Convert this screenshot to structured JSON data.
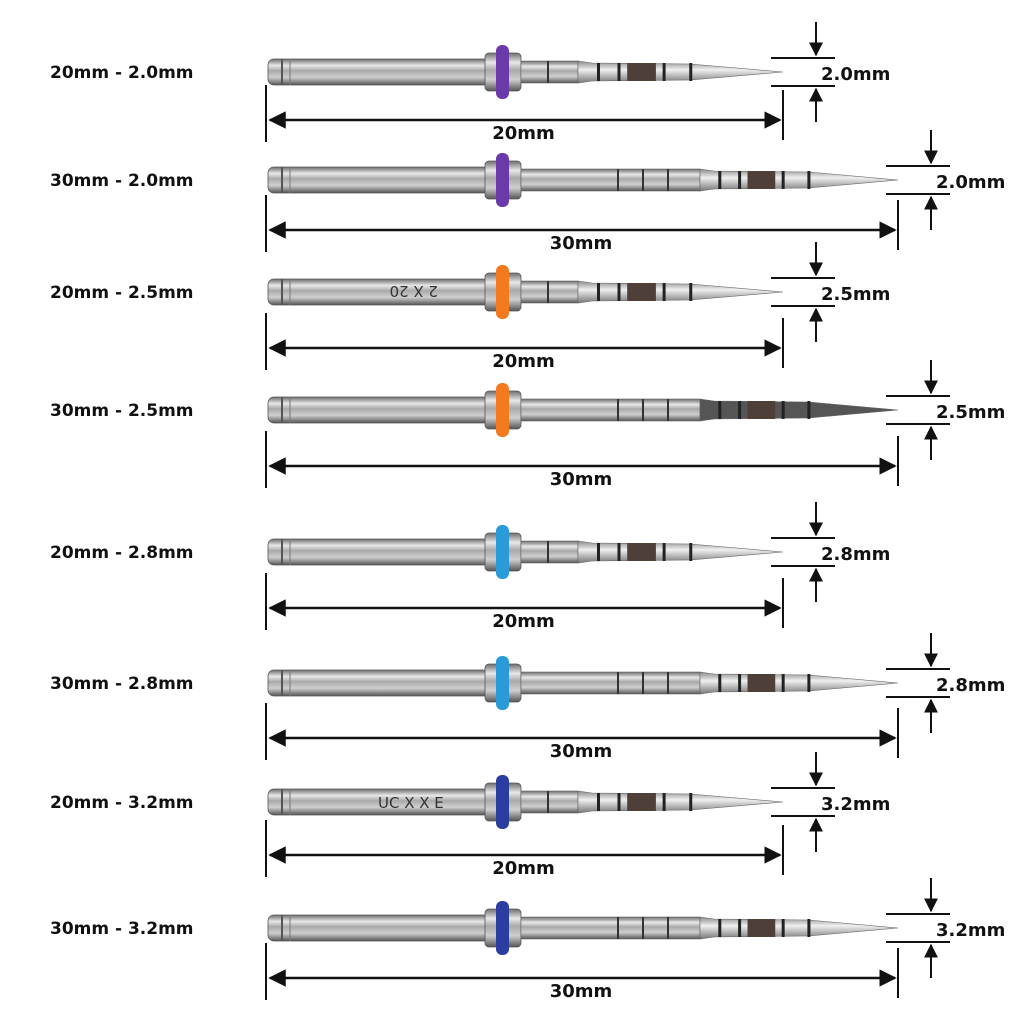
{
  "drills": [
    {
      "label": "20mm - 2.0mm",
      "length": "20mm",
      "diameter": "2.0mm",
      "size": 20,
      "ring_color": "#6a3aa8",
      "engraving": ""
    },
    {
      "label": "30mm - 2.0mm",
      "length": "30mm",
      "diameter": "2.0mm",
      "size": 30,
      "ring_color": "#6a3aa8",
      "engraving": ""
    },
    {
      "label": "20mm - 2.5mm",
      "length": "20mm",
      "diameter": "2.5mm",
      "size": 20,
      "ring_color": "#f47a20",
      "engraving": "2 X 20"
    },
    {
      "label": "30mm - 2.5mm",
      "length": "30mm",
      "diameter": "2.5mm",
      "size": 30,
      "ring_color": "#f47a20",
      "engraving": ""
    },
    {
      "label": "20mm - 2.8mm",
      "length": "20mm",
      "diameter": "2.8mm",
      "size": 20,
      "ring_color": "#2a9ad8",
      "engraving": ""
    },
    {
      "label": "30mm - 2.8mm",
      "length": "30mm",
      "diameter": "2.8mm",
      "size": 30,
      "ring_color": "#2a9ad8",
      "engraving": ""
    },
    {
      "label": "20mm - 3.2mm",
      "length": "20mm",
      "diameter": "3.2mm",
      "size": 20,
      "ring_color": "#2b3d9e",
      "engraving": "UC X X E"
    },
    {
      "label": "30mm - 3.2mm",
      "length": "30mm",
      "diameter": "3.2mm",
      "size": 30,
      "ring_color": "#2b3d9e",
      "engraving": ""
    }
  ]
}
